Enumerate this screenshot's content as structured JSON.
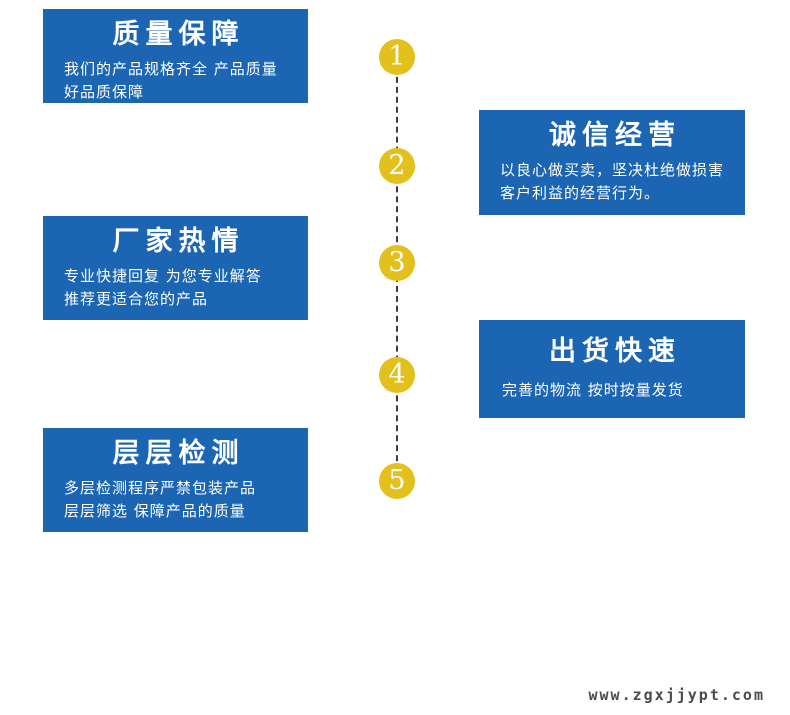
{
  "colors": {
    "box_blue": "#1b65b2",
    "circle_yellow": "#e4c01c",
    "dashed_line": "#3c3c3c",
    "text_white": "#ffffff",
    "watermark_gray": "#4b4b4b",
    "background": "#ffffff"
  },
  "steps": [
    {
      "number": "1",
      "side": "left",
      "title": "质量保障",
      "lines": [
        "我们的产品规格齐全 产品质量",
        "好品质保障"
      ]
    },
    {
      "number": "2",
      "side": "right",
      "title": "诚信经营",
      "lines": [
        "以良心做买卖，坚决杜绝做损害",
        "客户利益的经营行为。"
      ]
    },
    {
      "number": "3",
      "side": "left",
      "title": "厂家热情",
      "lines": [
        "专业快捷回复 为您专业解答",
        "推荐更适合您的产品"
      ]
    },
    {
      "number": "4",
      "side": "right",
      "title": "出货快速",
      "lines": [
        "完善的物流 按时按量发货"
      ]
    },
    {
      "number": "5",
      "side": "left",
      "title": "层层检测",
      "lines": [
        "多层检测程序严禁包装产品",
        "层层筛选 保障产品的质量"
      ]
    }
  ],
  "watermark": {
    "text": "www.zgxjjypt.com"
  }
}
